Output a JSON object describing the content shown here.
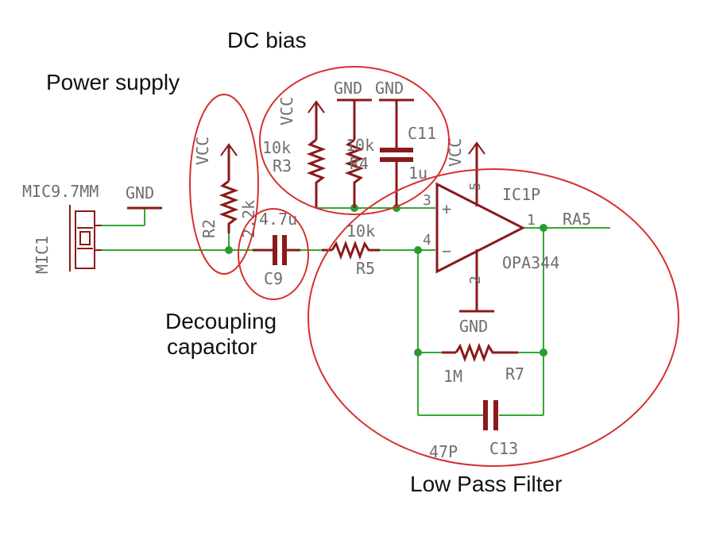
{
  "annotations": {
    "dc_bias": "DC bias",
    "power_supply": "Power supply",
    "decoupling_line1": "Decoupling",
    "decoupling_line2": "capacitor",
    "low_pass_filter": "Low Pass Filter"
  },
  "components": {
    "mic": {
      "ref": "MIC1",
      "value": "MIC9.7MM"
    },
    "r2": {
      "ref": "R2",
      "value": "2.2k"
    },
    "r3": {
      "ref": "R3",
      "value": "10k"
    },
    "r4": {
      "ref": "R4",
      "value": "10k"
    },
    "r5": {
      "ref": "R5",
      "value": "10k"
    },
    "r7": {
      "ref": "R7",
      "value": "1M"
    },
    "c9": {
      "ref": "C9",
      "value": "4.7u"
    },
    "c11": {
      "ref": "C11",
      "value": "1u"
    },
    "c13": {
      "ref": "C13",
      "value": "47P"
    },
    "opamp": {
      "ref": "IC1P",
      "value": "OPA344"
    }
  },
  "pins": {
    "p1": "1",
    "p2": "2",
    "p3": "3",
    "p4": "4",
    "p5": "5",
    "plus": "+",
    "minus": "−"
  },
  "nets": {
    "gnd": "GND",
    "vcc": "VCC",
    "output": "RA5"
  },
  "colors": {
    "wire": "#33a833",
    "part": "#8b1a1a",
    "callout": "#d63030",
    "label": "#6e6e6e"
  }
}
